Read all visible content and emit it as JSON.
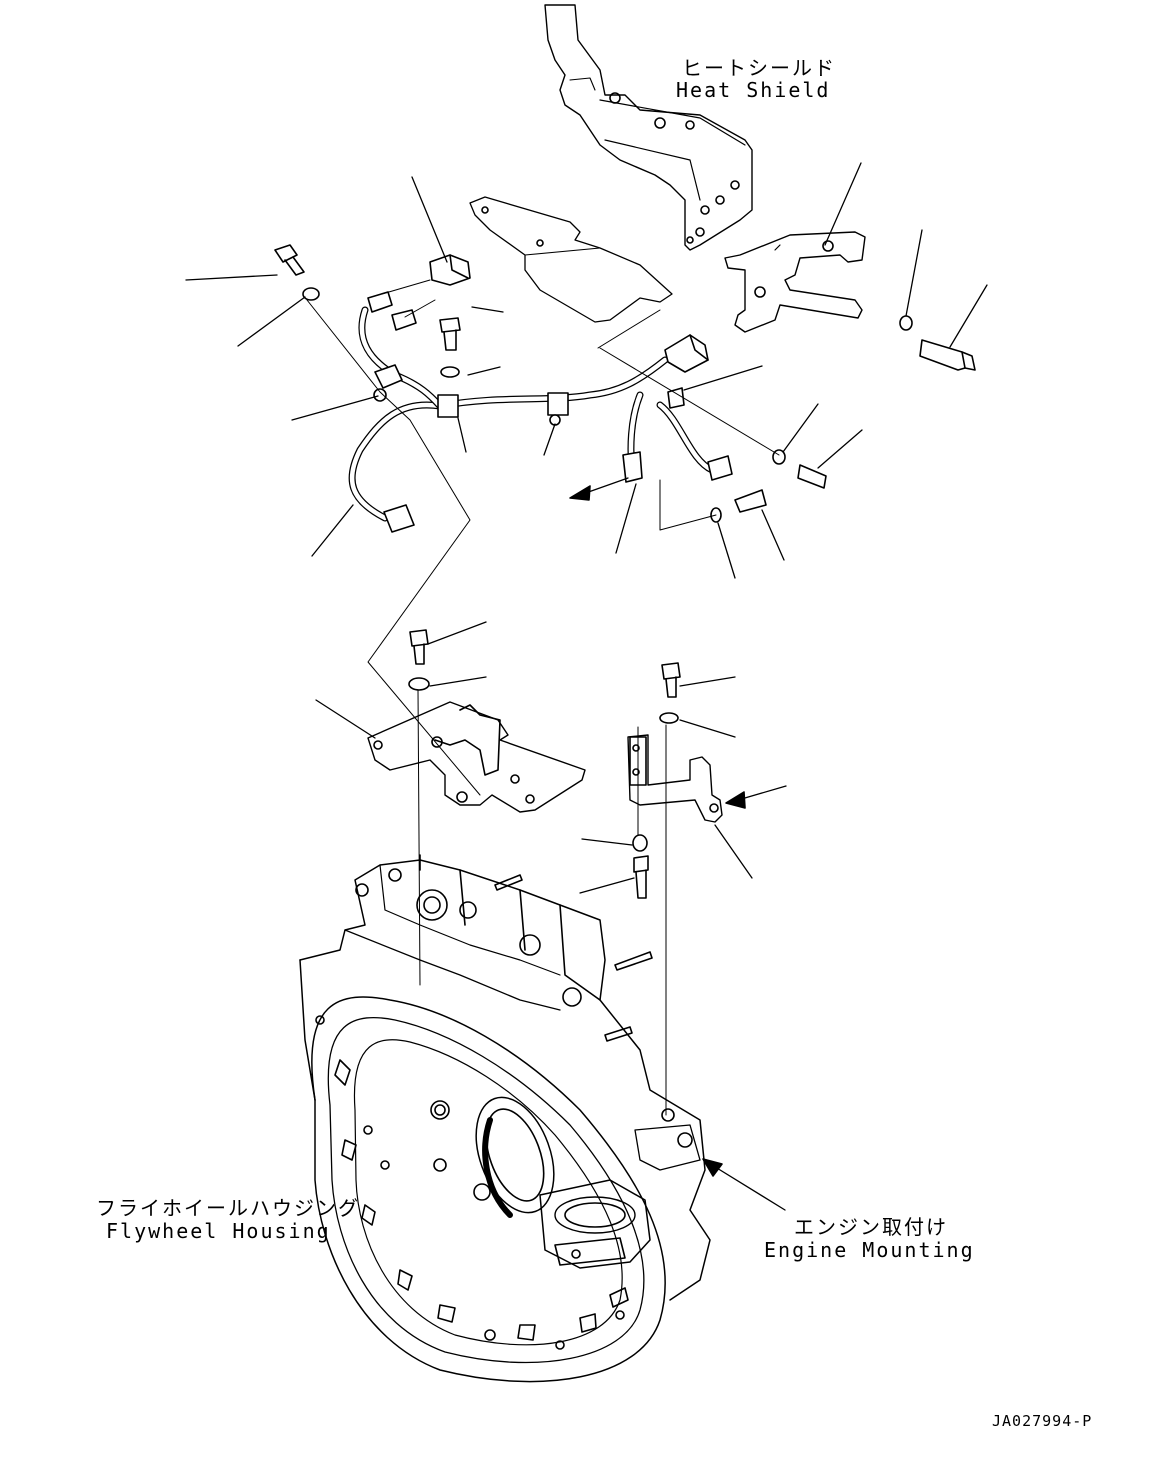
{
  "labels": {
    "heat_shield_jp": "ヒートシールド",
    "heat_shield_en": "Heat Shield",
    "flywheel_jp": "フライホイールハウジング",
    "flywheel_en": "Flywheel Housing",
    "engine_mount_jp": "エンジン取付け",
    "engine_mount_en": "Engine Mounting"
  },
  "drawing_code": "JA027994-P",
  "colors": {
    "line": "#000000",
    "background": "#ffffff"
  }
}
